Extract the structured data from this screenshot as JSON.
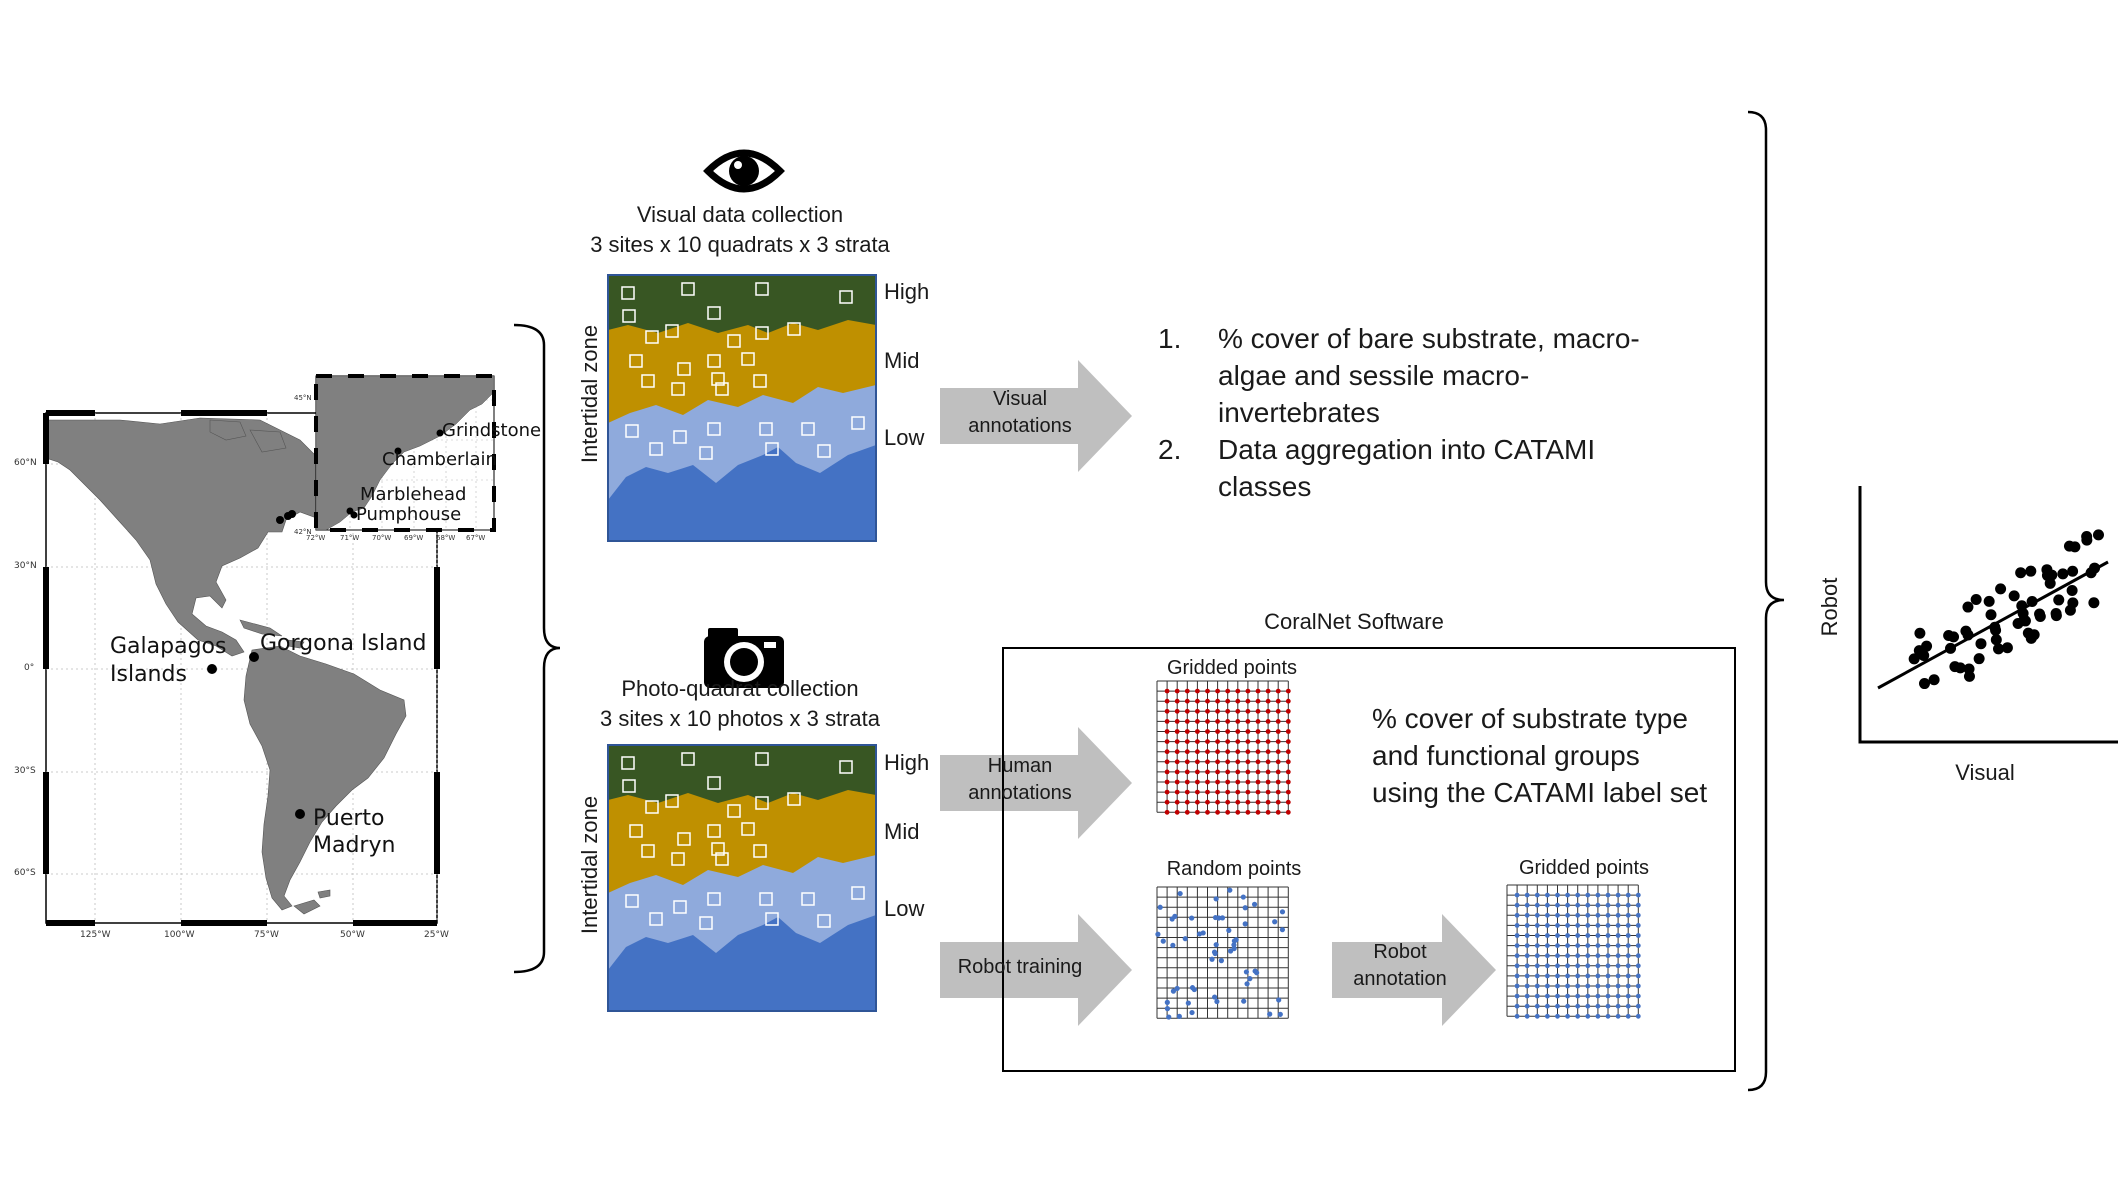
{
  "map": {
    "places": [
      "Galapagos",
      "Islands",
      "Gorgona Island",
      "Puerto",
      "Madryn"
    ],
    "inset_places": [
      "Grindstone",
      "Chamberlain",
      "Marblehead",
      "Pumphouse"
    ],
    "lat_ticks": [
      "60°N",
      "30°N",
      "0°",
      "30°S",
      "60°S"
    ],
    "lon_ticks": [
      "125°W",
      "100°W",
      "75°W",
      "50°W",
      "25°W"
    ],
    "inset_lat_ticks": [
      "45°N",
      "42°N"
    ],
    "inset_lon_ticks": [
      "72°W",
      "71°W",
      "70°W",
      "69°W",
      "68°W",
      "67°W"
    ]
  },
  "visual": {
    "icon": "eye-icon",
    "title_line1": "Visual data collection",
    "title_line2": "3 sites x 10 quadrats x 3 strata",
    "zone_label": "Intertidal zone",
    "strata": [
      "High",
      "Mid",
      "Low"
    ],
    "arrow_label_line1": "Visual",
    "arrow_label_line2": "annotations"
  },
  "photo": {
    "icon": "camera-icon",
    "title_line1": "Photo-quadrat collection",
    "title_line2": "3 sites x 10 photos x 3 strata",
    "zone_label": "Intertidal zone",
    "strata": [
      "High",
      "Mid",
      "Low"
    ],
    "human_arrow_line1": "Human",
    "human_arrow_line2": "annotations",
    "robot_training": "Robot training"
  },
  "list": {
    "items": [
      {
        "num": "1.",
        "lines": [
          "% cover of bare substrate, macro-",
          "algae and sessile macro-",
          "invertebrates"
        ]
      },
      {
        "num": "2.",
        "lines": [
          "Data aggregation into CATAMI",
          "classes"
        ]
      }
    ]
  },
  "coralnet": {
    "title": "CoralNet Software",
    "gridded_points": "Gridded points",
    "random_points": "Random points",
    "gridded_points_2": "Gridded points",
    "robot_annotation_line1": "Robot",
    "robot_annotation_line2": "annotation",
    "description": [
      "% cover of substrate type",
      "and functional groups",
      "using the CATAMI label set"
    ]
  },
  "scatter": {
    "xlabel": "Visual",
    "ylabel": "Robot"
  },
  "colors": {
    "high_stratum": "#385623",
    "mid_stratum": "#bf9000",
    "low_stratum": "#8faadc",
    "water": "#4472c4",
    "arrow": "#bfbfbf",
    "human_points": "#c00000",
    "robot_points": "#4472c4",
    "land": "#7f7f7f"
  }
}
